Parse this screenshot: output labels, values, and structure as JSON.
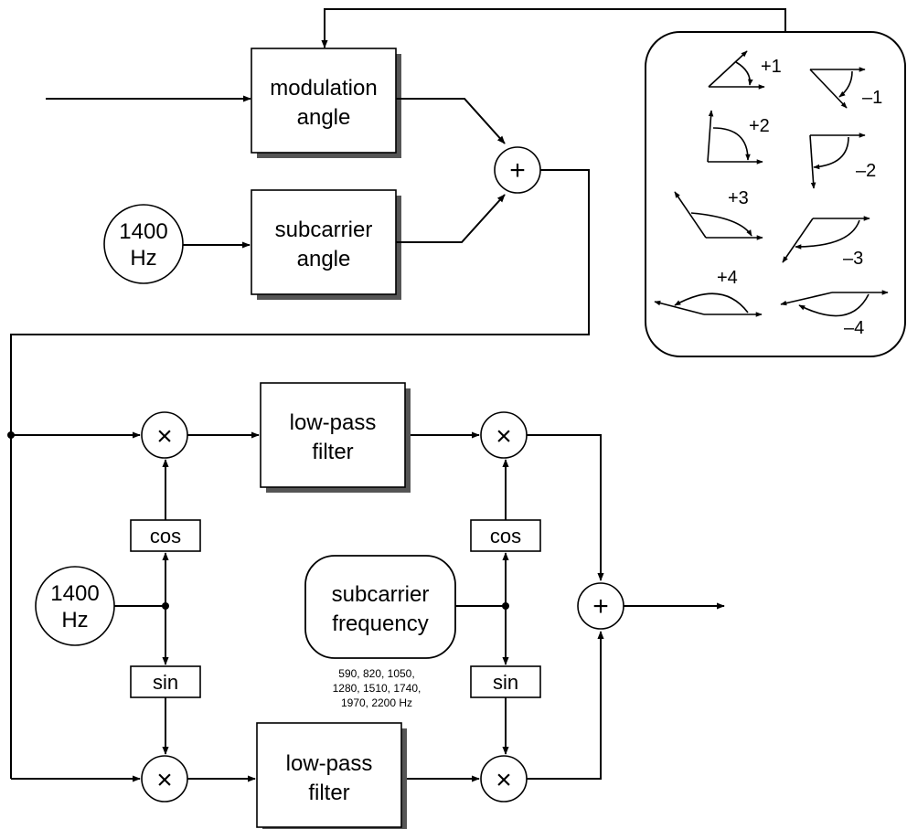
{
  "blocks": {
    "modulation_angle": [
      "modulation",
      "angle"
    ],
    "subcarrier_angle": [
      "subcarrier",
      "angle"
    ],
    "lowpass_top": [
      "low-pass",
      "filter"
    ],
    "lowpass_bottom": [
      "low-pass",
      "filter"
    ],
    "subcarrier_frequency": [
      "subcarrier",
      "frequency"
    ],
    "osc_top": [
      "1400",
      "Hz"
    ],
    "osc_bottom": [
      "1400",
      "Hz"
    ]
  },
  "operators": {
    "sum": "+",
    "multiply": "×"
  },
  "trig": {
    "cos": "cos",
    "sin": "sin"
  },
  "frequency_list": [
    "590, 820, 1050,",
    "1280, 1510, 1740,",
    "1970, 2200 Hz"
  ],
  "legend": {
    "plus1": "+1",
    "minus1": "–1",
    "plus2": "+2",
    "minus2": "–2",
    "plus3": "+3",
    "minus3": "–3",
    "plus4": "+4",
    "minus4": "–4"
  }
}
